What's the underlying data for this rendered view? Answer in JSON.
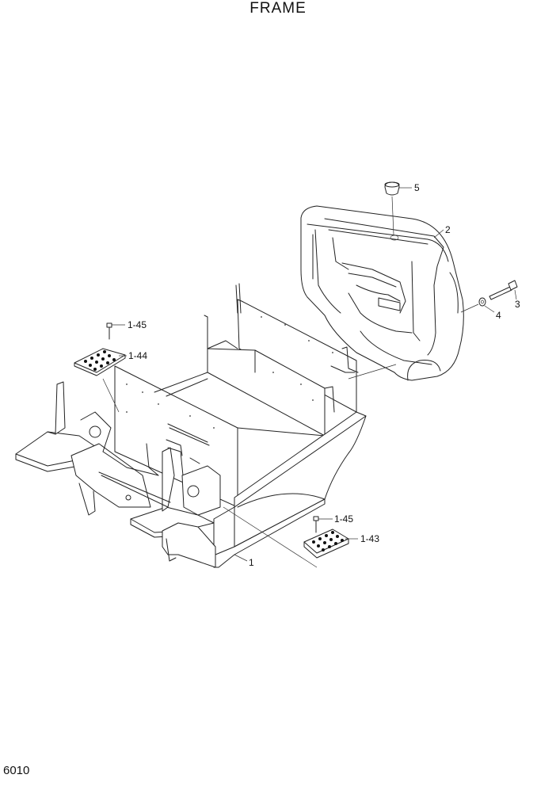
{
  "page": {
    "title": "FRAME",
    "number": "6010"
  },
  "parts": [
    {
      "id": "1",
      "label": "1"
    },
    {
      "id": "2",
      "label": "2"
    },
    {
      "id": "3",
      "label": "3"
    },
    {
      "id": "4",
      "label": "4"
    },
    {
      "id": "5",
      "label": "5"
    },
    {
      "id": "1-43",
      "label": "1-43"
    },
    {
      "id": "1-44",
      "label": "1-44"
    },
    {
      "id": "1-45a",
      "label": "1-45"
    },
    {
      "id": "1-45b",
      "label": "1-45"
    }
  ]
}
